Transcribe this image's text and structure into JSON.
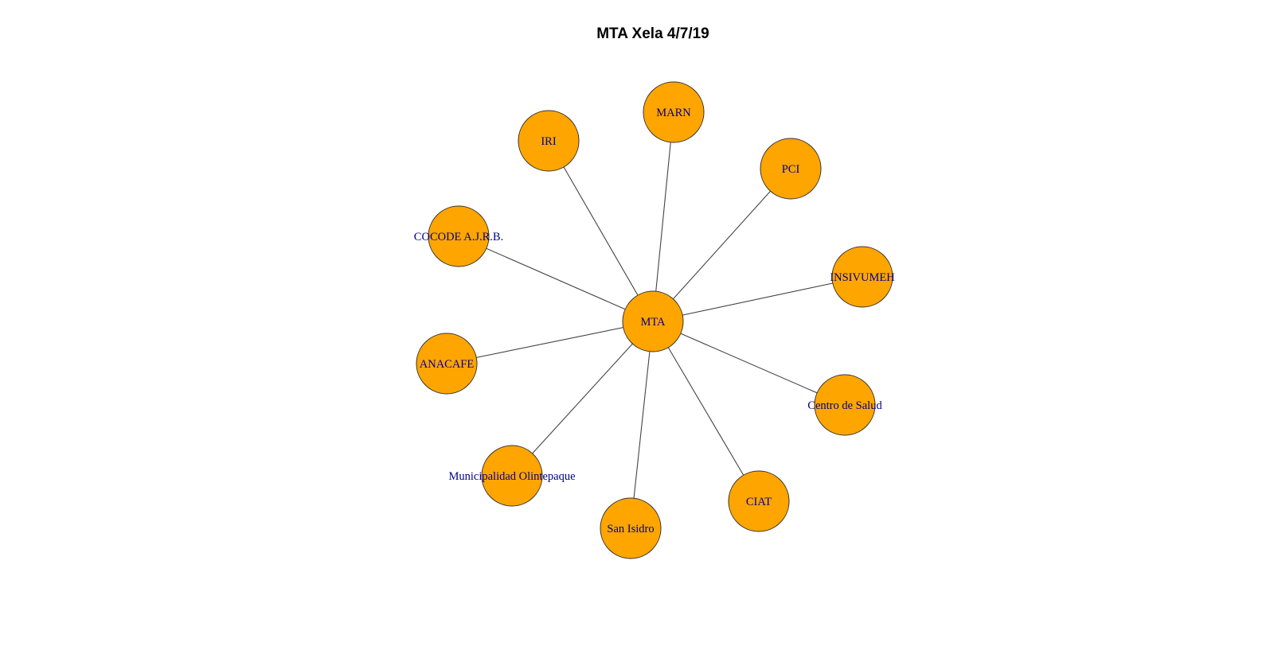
{
  "title": "MTA Xela 4/7/19",
  "colors": {
    "node_fill": "#FFA500",
    "label": "#00008B",
    "edge": "#444444"
  },
  "graph": {
    "center": "MTA",
    "nodes": [
      "MTA",
      "MARN",
      "PCI",
      "INSIVUMEH",
      "Centro de Salud",
      "CIAT",
      "San Isidro",
      "Municipalidad Olintepaque",
      "ANACAFE",
      "COCODE A.J.R.B.",
      "IRI"
    ],
    "edges": [
      [
        "MTA",
        "MARN"
      ],
      [
        "MTA",
        "PCI"
      ],
      [
        "MTA",
        "INSIVUMEH"
      ],
      [
        "MTA",
        "Centro de Salud"
      ],
      [
        "MTA",
        "CIAT"
      ],
      [
        "MTA",
        "San Isidro"
      ],
      [
        "MTA",
        "Municipalidad Olintepaque"
      ],
      [
        "MTA",
        "ANACAFE"
      ],
      [
        "MTA",
        "COCODE A.J.R.B."
      ],
      [
        "MTA",
        "IRI"
      ]
    ]
  }
}
